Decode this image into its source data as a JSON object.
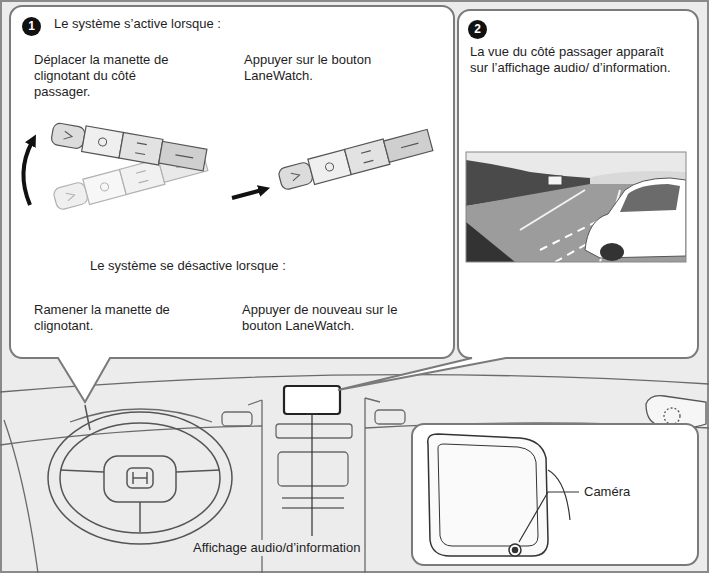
{
  "diagram": {
    "nodes": [
      {
        "text": [
          "Le système s’active lorsque :",
          "Déplacer la manette de clignotant du côté passager.",
          "Appuyer sur le bouton LaneWatch.",
          "Le système se désactive lorsque :",
          "Ramener la manette de clignotant.",
          "Appuyer de nouveau sur le bouton LaneWatch."
        ]
      },
      {
        "text": [
          "1"
        ],
        "in": 0
      },
      {
        "text": [
          "La vue du côté passager apparaît sur l’affichage audio/ d’information."
        ]
      },
      {
        "text": [
          "2"
        ],
        "in": 2
      },
      {
        "text": [
          "Caméra"
        ]
      }
    ],
    "labels": [
      "Affichage audio/d’information"
    ]
  }
}
